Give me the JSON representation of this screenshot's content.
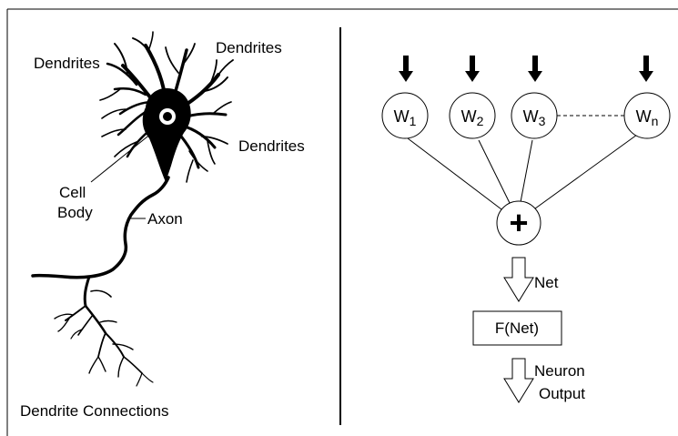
{
  "left_panel": {
    "labels": {
      "dendrites_top_left": "Dendrites",
      "dendrites_top_right": "Dendrites",
      "dendrites_right": "Dendrites",
      "cell": "Cell",
      "body": "Body",
      "axon": "Axon",
      "dendrite_connections": "Dendrite Connections"
    }
  },
  "right_panel": {
    "weights": [
      {
        "base": "W",
        "sub": "1"
      },
      {
        "base": "W",
        "sub": "2"
      },
      {
        "base": "W",
        "sub": "3"
      },
      {
        "base": "W",
        "sub": "n"
      }
    ],
    "sum_symbol": "+",
    "net_label": "Net",
    "function_label": "F(Net)",
    "output_label_line1": "Neuron",
    "output_label_line2": "Output"
  }
}
